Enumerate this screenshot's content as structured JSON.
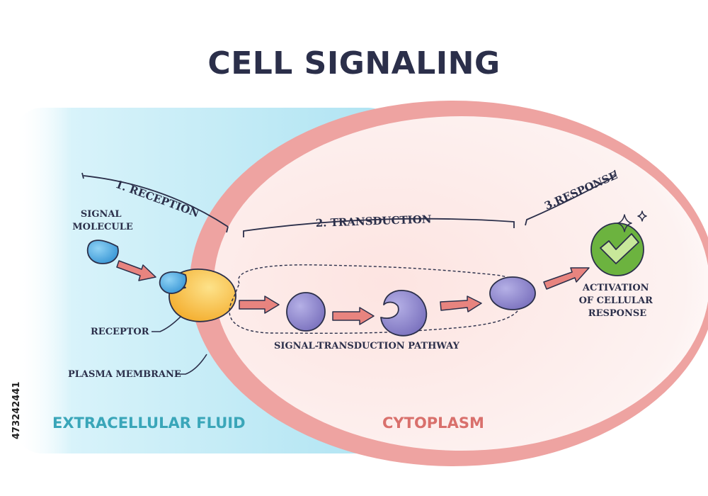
{
  "title": "CELL SIGNALING",
  "stages": {
    "reception": "1. RECEPTION",
    "transduction": "2. TRANSDUCTION",
    "response": "3.RESPONSE"
  },
  "labels": {
    "signal_molecule_line1": "SIGNAL",
    "signal_molecule_line2": "MOLECULE",
    "receptor": "RECEPTOR",
    "plasma_membrane": "PLASMA MEMBRANE",
    "pathway": "SIGNAL-TRANSDUCTION PATHWAY",
    "response_line1": "ACTIVATION",
    "response_line2": "OF CELLULAR",
    "response_line3": "RESPONSE"
  },
  "regions": {
    "extracellular": "EXTRACELLULAR FLUID",
    "cytoplasm": "CYTOPLASM"
  },
  "side_id": "473242441",
  "colors": {
    "extracellular_fill": "#bfeaf5",
    "membrane": "#e88c8c",
    "cytoplasm_fill": "#fde7e5",
    "extracellular_text": "#3aa6b9",
    "cytoplasm_text": "#d9706c",
    "arrow": "#e8847f",
    "signal_blue": "#4aa8e0",
    "receptor_yellow": "#f7b93c",
    "relay_purple": "#8880c8",
    "check_green": "#6cb33f",
    "ink": "#2b2f4a"
  }
}
